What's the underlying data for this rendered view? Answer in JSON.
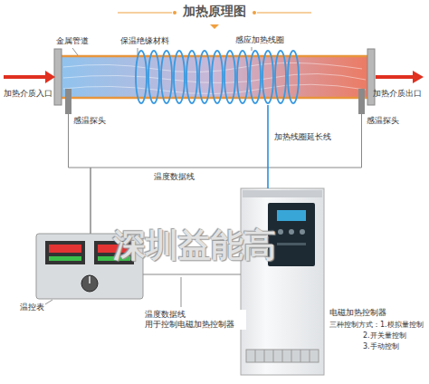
{
  "diagram": {
    "title": "加热原理图",
    "nodes": [
      {
        "text": [
          "感温探头"
        ]
      },
      {
        "text": [
          "感温探头"
        ]
      },
      {
        "text": [
          "感应加热线圈"
        ]
      },
      {
        "text": [
          "温控表"
        ]
      },
      {
        "text": [
          "电磁加热控制器",
          "三种控制方式：1.模拟量控制",
          "2.开关量控制",
          "3.手动控制"
        ]
      }
    ],
    "edges": [
      {
        "from": 0,
        "to": 3,
        "label": "温度数据线",
        "arrow": "none"
      },
      {
        "from": 1,
        "to": 3,
        "arrow": "none"
      },
      {
        "from": 2,
        "to": 4,
        "label": "加热线圈延长线",
        "arrow": "none"
      },
      {
        "from": 3,
        "to": 4,
        "label": "温度数据线 用于控制电磁加热控制器",
        "arrow": "none"
      }
    ],
    "labels": [
      "金属管道",
      "保温绝缘材料",
      "加热介质入口",
      "加热介质出口",
      "深圳益能高"
    ]
  }
}
